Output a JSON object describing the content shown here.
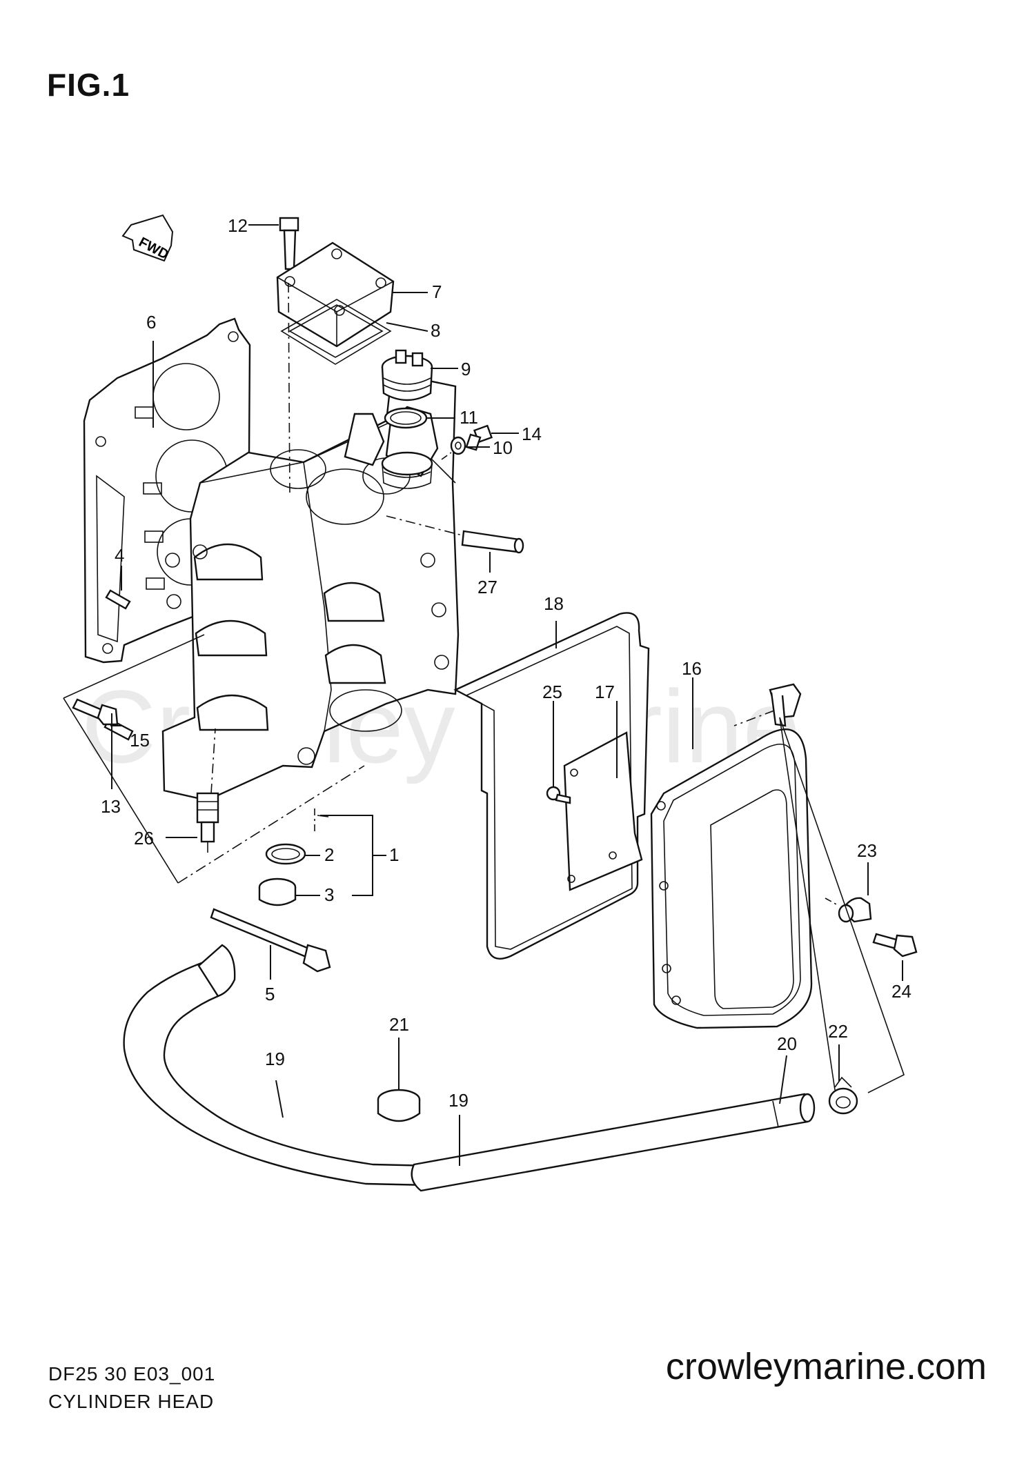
{
  "figure": {
    "title": "FIG.1",
    "fwd_label": "FWD"
  },
  "watermark": {
    "text": "Crowley Marine"
  },
  "footer": {
    "model_code": "DF25 30 E03_001",
    "section_name": "CYLINDER HEAD",
    "website": "crowleymarine.com"
  },
  "callouts": [
    {
      "id": "c1",
      "label": "1"
    },
    {
      "id": "c2",
      "label": "2"
    },
    {
      "id": "c3",
      "label": "3"
    },
    {
      "id": "c4",
      "label": "4"
    },
    {
      "id": "c5",
      "label": "5"
    },
    {
      "id": "c6",
      "label": "6"
    },
    {
      "id": "c7",
      "label": "7"
    },
    {
      "id": "c8",
      "label": "8"
    },
    {
      "id": "c9",
      "label": "9"
    },
    {
      "id": "c10",
      "label": "10"
    },
    {
      "id": "c11",
      "label": "11"
    },
    {
      "id": "c12",
      "label": "12"
    },
    {
      "id": "c13",
      "label": "13"
    },
    {
      "id": "c14",
      "label": "14"
    },
    {
      "id": "c15",
      "label": "15"
    },
    {
      "id": "c16",
      "label": "16"
    },
    {
      "id": "c17",
      "label": "17"
    },
    {
      "id": "c18",
      "label": "18"
    },
    {
      "id": "c19a",
      "label": "19"
    },
    {
      "id": "c19b",
      "label": "19"
    },
    {
      "id": "c20",
      "label": "20"
    },
    {
      "id": "c21",
      "label": "21"
    },
    {
      "id": "c22",
      "label": "22"
    },
    {
      "id": "c23",
      "label": "23"
    },
    {
      "id": "c24",
      "label": "24"
    },
    {
      "id": "c25",
      "label": "25"
    },
    {
      "id": "c26",
      "label": "26"
    },
    {
      "id": "c27",
      "label": "27"
    }
  ]
}
